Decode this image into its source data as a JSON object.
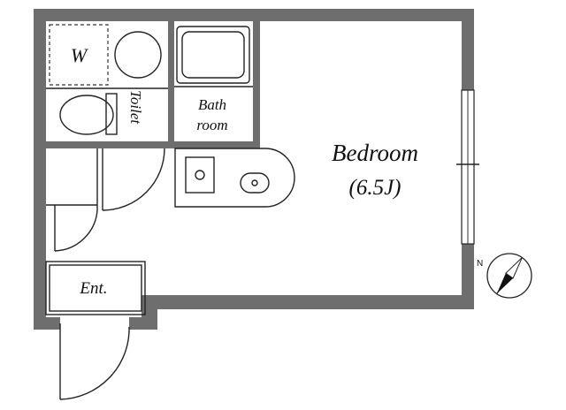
{
  "rooms": {
    "bedroom": {
      "name": "Bedroom",
      "size": "(6.5J)"
    },
    "bathroom": {
      "line1": "Bath",
      "line2": "room"
    },
    "toilet": "Toilet",
    "washer": "W",
    "entrance": "Ent."
  },
  "compass": {
    "north_label": "N"
  },
  "colors": {
    "wall": "#6e6e6e",
    "line": "#222222",
    "background": "#ffffff"
  }
}
